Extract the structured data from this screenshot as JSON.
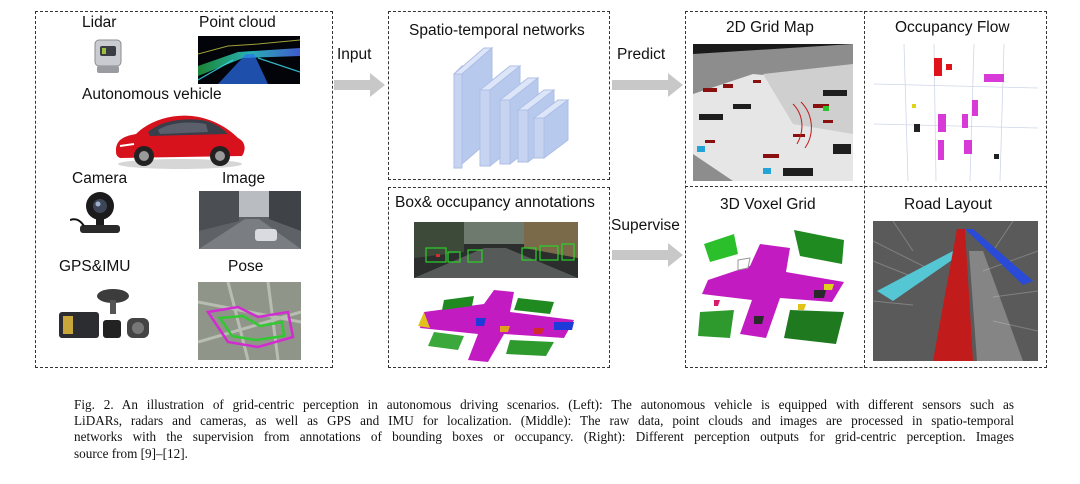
{
  "left_panel": {
    "lidar": "Lidar",
    "point_cloud": "Point cloud",
    "vehicle": "Autonomous vehicle",
    "camera": "Camera",
    "image": "Image",
    "gps": "GPS&IMU",
    "pose": "Pose"
  },
  "arrows": {
    "input": "Input",
    "predict": "Predict",
    "supervise": "Supervise"
  },
  "middle_panel": {
    "networks_title": "Spatio-temporal networks",
    "annotations_title": "Box& occupancy annotations"
  },
  "right_panel": {
    "grid_map": "2D Grid Map",
    "occupancy_flow": "Occupancy Flow",
    "voxel_grid": "3D Voxel Grid",
    "road_layout": "Road Layout"
  },
  "caption": {
    "line1": "Fig. 2.  An illustration of grid-centric perception in autonomous driving scenarios. (Left): The autonomous vehicle is equipped with different sensors such as",
    "line2": "LiDARs, radars and cameras, as well as GPS and IMU for localization. (Middle): The raw data, point clouds and images are processed in spatio-temporal",
    "line3": "networks with the supervision from annotations of bounding boxes or occupancy. (Right): Different perception outputs for grid-centric perception. Images",
    "line4": "source from [9]–[12]."
  },
  "colors": {
    "arrow": "#c8c8c8",
    "network_blue": "#c6d4f2",
    "car_red": "#d8121c",
    "road_magenta": "#c21bc2",
    "veg_green": "#1f8a1f"
  }
}
